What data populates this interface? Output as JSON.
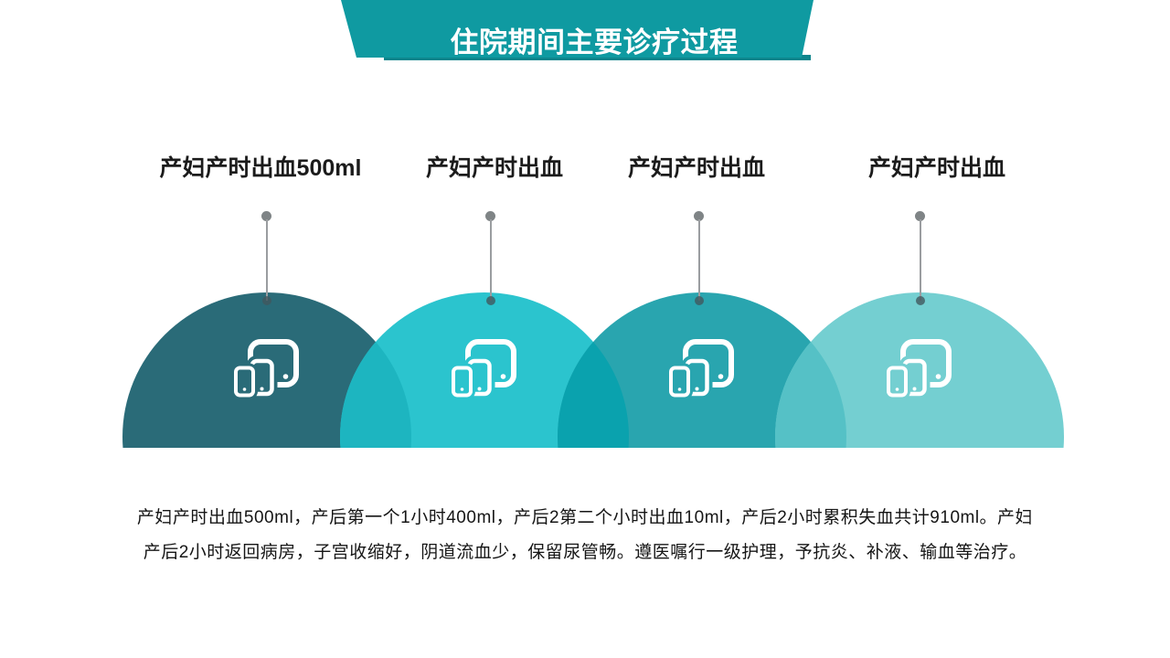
{
  "banner": {
    "title": "住院期间主要诊疗过程",
    "color": "#0f9aa1",
    "shadow_color": "#0b858c",
    "title_color": "#ffffff"
  },
  "labels": [
    {
      "text": "产妇产时出血500ml"
    },
    {
      "text": "产妇产时出血"
    },
    {
      "text": "产妇产时出血"
    },
    {
      "text": "产妇产时出血"
    }
  ],
  "connector": {
    "top_dot_color": "#7f8486",
    "line_color": "#9a9da0",
    "bottom_dot_color": "#41585e"
  },
  "circles": [
    {
      "color": "#2a6b78",
      "icon": "responsive-devices-icon"
    },
    {
      "color": "#2bc4ce",
      "icon": "responsive-devices-icon"
    },
    {
      "color": "#29a5af",
      "icon": "responsive-devices-icon"
    },
    {
      "color": "#74cfd1",
      "icon": "responsive-devices-icon"
    }
  ],
  "overlaps": [
    "#1db5c0",
    "#0aa2ae",
    "#55c1c6"
  ],
  "icon_color": "#ffffff",
  "paragraph": {
    "lines": [
      "产妇产时出血500ml，产后第一个1小时400ml，产后2第二个小时出血10ml，产后2小时累积失血共计910ml。产妇",
      "产后2小时返回病房，子宫收缩好，阴道流血少，保留尿管畅。遵医嘱行一级护理，予抗炎、补液、输血等治疗。"
    ]
  }
}
